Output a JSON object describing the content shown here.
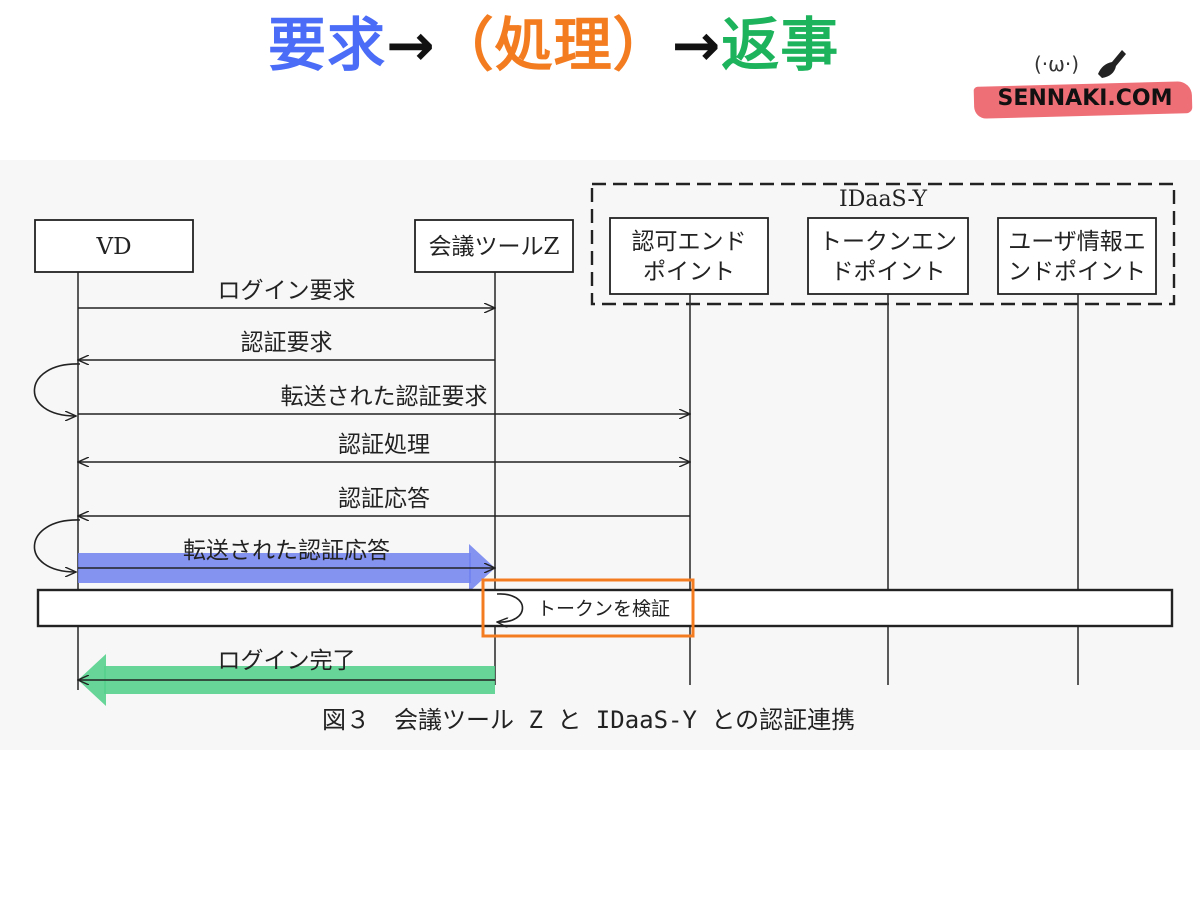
{
  "header": {
    "title_parts": [
      {
        "text": "要求",
        "color": "#4a6cf7"
      },
      {
        "text": "→",
        "color": "#111111"
      },
      {
        "text": "（処理）",
        "color": "#f47c20"
      },
      {
        "text": "→",
        "color": "#111111"
      },
      {
        "text": "返事",
        "color": "#1db35c"
      }
    ]
  },
  "brand": {
    "face": "(·ω·)",
    "name": "SENNAKI.COM",
    "color": "#ef6f77"
  },
  "diagram": {
    "group_label": "IDaaS-Y",
    "participants": [
      {
        "id": "vd",
        "lines": [
          "VD"
        ]
      },
      {
        "id": "z",
        "lines": [
          "会議ツールZ"
        ]
      },
      {
        "id": "auth",
        "lines": [
          "認可エンド",
          "ポイント"
        ]
      },
      {
        "id": "token",
        "lines": [
          "トークンエン",
          "ドポイント"
        ]
      },
      {
        "id": "userinfo",
        "lines": [
          "ユーザ情報エ",
          "ンドポイント"
        ]
      }
    ],
    "messages": [
      {
        "label": "ログイン要求",
        "from": "vd",
        "to": "z"
      },
      {
        "label": "認証要求",
        "from": "z",
        "to": "vd",
        "self_loop": true
      },
      {
        "label": "転送された認証要求",
        "from": "vd",
        "to": "auth"
      },
      {
        "label": "認証処理",
        "from": "vd",
        "to": "auth",
        "bidirectional": true
      },
      {
        "label": "認証応答",
        "from": "auth",
        "to": "vd",
        "self_loop": true
      },
      {
        "label": "転送された認証応答",
        "from": "vd",
        "to": "z",
        "highlight": "#7080ee"
      }
    ],
    "activation": {
      "label": "トークンを検証",
      "highlight": "#f47c20"
    },
    "final_message": {
      "label": "ログイン完了",
      "from": "z",
      "to": "vd",
      "highlight": "#55d08c"
    },
    "caption": "図３　会議ツール Z と IDaaS-Y との認証連携"
  }
}
